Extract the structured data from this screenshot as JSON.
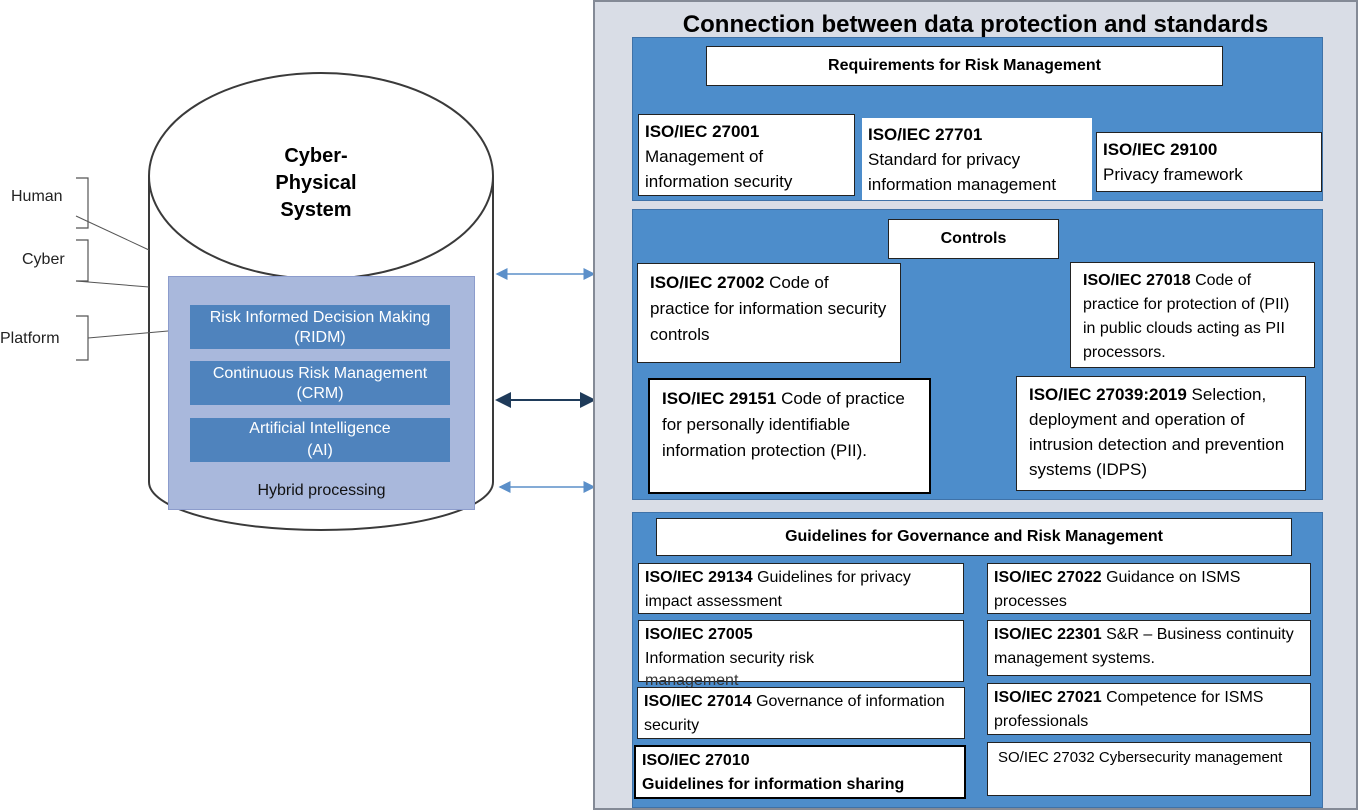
{
  "left": {
    "side_labels": [
      "Human",
      "Cyber",
      "Platform"
    ],
    "title_lines": [
      "Cyber-",
      "Physical",
      "System"
    ],
    "inner_items": [
      {
        "line1": "Risk Informed Decision Making",
        "line2": "(RIDM)"
      },
      {
        "line1": "Continuous Risk Management",
        "line2": "(CRM)"
      },
      {
        "line1": "Artificial Intelligence",
        "line2": "(AI)"
      }
    ],
    "hybrid_label": "Hybrid processing"
  },
  "right": {
    "title": "Connection between data protection and standards",
    "requirements": {
      "header": "Requirements for Risk Management",
      "cards": [
        {
          "code": "ISO/IEC  27001",
          "desc": "Management of information security"
        },
        {
          "code": "ISO/IEC 27701",
          "desc": " Standard for privacy information management"
        },
        {
          "code": "ISO/IEC 29100",
          "desc": "Privacy framework"
        }
      ]
    },
    "controls": {
      "header": "Controls",
      "cards": [
        {
          "code": "ISO/IEC 27002",
          "desc": " Code of practice for information security controls"
        },
        {
          "code": "ISO/IEC 27018",
          "desc": " Code of practice for protection of (PII) in public clouds acting as PII processors."
        },
        {
          "code": "ISO/IEC 29151",
          "desc": " Code of practice for personally identifiable information protection (PII)."
        },
        {
          "code": "ISO/IEC 27039:2019",
          "desc": " Selection, deployment and operation of intrusion detection and prevention systems (IDPS)"
        }
      ]
    },
    "guidelines": {
      "header": "Guidelines for Governance and Risk Management",
      "cards": [
        {
          "code": "ISO/IEC 29134",
          "desc": " Guidelines for privacy impact assessment"
        },
        {
          "code": "ISO/IEC 27022",
          "desc": " Guidance on ISMS processes"
        },
        {
          "code": "ISO/IEC 27005",
          "desc": "Information security risk",
          "overflow": "management"
        },
        {
          "code": "ISO/IEC 22301",
          "desc": " S&R – Business continuity management systems."
        },
        {
          "code": "ISO/IEC 27014",
          "desc": " Governance of information security"
        },
        {
          "code": "ISO/IEC 27021",
          "desc": "  Competence for ISMS professionals"
        },
        {
          "code": "ISO/IEC  27010",
          "desc": "Guidelines for information sharing"
        },
        {
          "code": "",
          "desc": "SO/IEC 27032 Cybersecurity management"
        }
      ]
    }
  },
  "colors": {
    "section_blue": "#4d8dcb",
    "outer_gray": "#d9dde6",
    "inner_panel": "#a9b8dc",
    "inner_item": "#4f83bd"
  }
}
